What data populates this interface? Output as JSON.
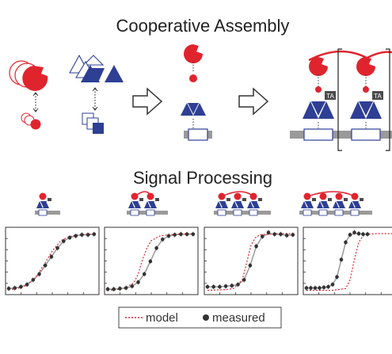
{
  "top_title": "Cooperative Assembly",
  "bottom_title": "Signal Processing",
  "badge_label": "TA",
  "legend": {
    "model_label": "model",
    "measured_label": "measured"
  },
  "colors": {
    "red": "#e0242e",
    "blue": "#2e3f94",
    "light_blue": "#8790c4",
    "gray": "#9a9a9a",
    "dark_gray": "#4a4a4a",
    "model_line": "#e0242e",
    "fit_line": "#9a9a9a"
  },
  "chart_data": [
    {
      "type": "scatter",
      "panel": 1,
      "series": [
        {
          "name": "model",
          "style": "dotted-line",
          "x": [
            0,
            0.1,
            0.2,
            0.3,
            0.4,
            0.5,
            0.6,
            0.7,
            0.8,
            0.9,
            1.0
          ],
          "y": [
            0.03,
            0.05,
            0.1,
            0.22,
            0.45,
            0.7,
            0.88,
            0.95,
            0.98,
            0.99,
            1.0
          ]
        },
        {
          "name": "measured",
          "x": [
            0.0,
            0.07,
            0.14,
            0.21,
            0.28,
            0.35,
            0.42,
            0.49,
            0.56,
            0.63,
            0.7,
            0.77,
            0.84,
            0.91,
            0.98
          ],
          "y": [
            0.05,
            0.06,
            0.08,
            0.12,
            0.2,
            0.3,
            0.45,
            0.6,
            0.75,
            0.87,
            0.93,
            0.96,
            0.98,
            0.98,
            0.99
          ]
        }
      ]
    },
    {
      "type": "scatter",
      "panel": 2,
      "series": [
        {
          "name": "model",
          "style": "dotted-line",
          "x": [
            0,
            0.1,
            0.2,
            0.3,
            0.35,
            0.4,
            0.45,
            0.5,
            0.6,
            0.7,
            0.8,
            1.0
          ],
          "y": [
            0.02,
            0.03,
            0.06,
            0.15,
            0.3,
            0.55,
            0.75,
            0.88,
            0.96,
            0.98,
            0.99,
            1.0
          ]
        },
        {
          "name": "measured",
          "x": [
            0.0,
            0.07,
            0.14,
            0.21,
            0.28,
            0.35,
            0.42,
            0.49,
            0.56,
            0.63,
            0.7,
            0.77,
            0.84,
            0.91,
            0.98
          ],
          "y": [
            0.04,
            0.04,
            0.05,
            0.06,
            0.09,
            0.16,
            0.3,
            0.52,
            0.75,
            0.9,
            0.96,
            0.98,
            0.99,
            0.99,
            0.99
          ]
        }
      ]
    },
    {
      "type": "scatter",
      "panel": 3,
      "series": [
        {
          "name": "model",
          "style": "dotted-line",
          "x": [
            0,
            0.2,
            0.3,
            0.4,
            0.45,
            0.5,
            0.55,
            0.6,
            0.7,
            0.8,
            1.0
          ],
          "y": [
            0.02,
            0.03,
            0.05,
            0.2,
            0.5,
            0.8,
            0.93,
            0.98,
            0.99,
            1.0,
            1.0
          ]
        },
        {
          "name": "measured",
          "x": [
            0.0,
            0.07,
            0.14,
            0.21,
            0.28,
            0.35,
            0.42,
            0.49,
            0.56,
            0.63,
            0.7,
            0.77,
            0.84,
            0.91,
            0.98
          ],
          "y": [
            0.08,
            0.08,
            0.08,
            0.09,
            0.1,
            0.12,
            0.2,
            0.45,
            0.78,
            0.95,
            1.02,
            0.99,
            0.99,
            0.97,
            0.98
          ]
        }
      ]
    },
    {
      "type": "scatter",
      "panel": 4,
      "series": [
        {
          "name": "model",
          "style": "dotted-line",
          "x": [
            0,
            0.3,
            0.45,
            0.5,
            0.55,
            0.6,
            0.65,
            0.7,
            0.8,
            1.0
          ],
          "y": [
            0.02,
            0.02,
            0.05,
            0.2,
            0.55,
            0.85,
            0.96,
            0.99,
            1.0,
            1.0
          ]
        },
        {
          "name": "measured",
          "x": [
            0.0,
            0.05,
            0.1,
            0.15,
            0.2,
            0.25,
            0.3,
            0.35,
            0.4,
            0.45,
            0.5,
            0.55,
            0.6,
            0.65,
            0.7
          ],
          "y": [
            0.06,
            0.06,
            0.06,
            0.06,
            0.07,
            0.08,
            0.12,
            0.25,
            0.55,
            0.85,
            0.98,
            1.02,
            1.0,
            0.99,
            0.99
          ]
        }
      ]
    }
  ]
}
